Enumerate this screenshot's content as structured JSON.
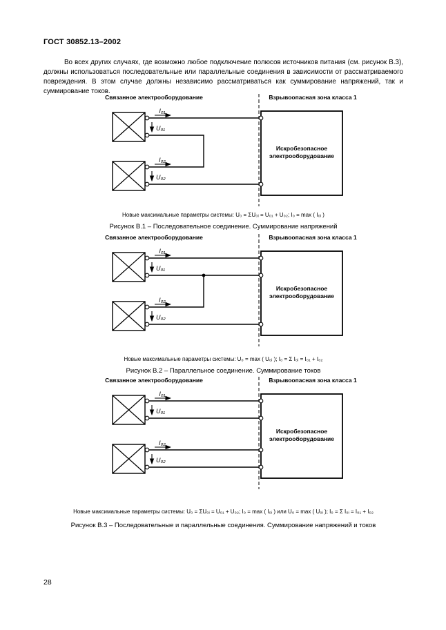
{
  "page": {
    "header": "ГОСТ 30852.13–2002",
    "paragraph": "Во всех других случаях, где возможно любое подключение полюсов источников питания (см. рисунок В.3), должны использоваться последовательные или параллельные соединения в зависимости от рассматриваемого повреждения. В этом случае должны независимо рассматриваться как суммирование напряжений, так и суммирование токов.",
    "page_number": "28"
  },
  "diagram": {
    "left_zone_label": "Связанное электрооборудование",
    "right_zone_label": "Взрывоопасная зона класса 1",
    "equipment_label_line1": "Искробезопасное",
    "equipment_label_line2": "электрооборудование",
    "current_1": "I₀₁",
    "voltage_1": "U₀₁",
    "current_2": "I₀₂",
    "voltage_2": "U₀₂"
  },
  "figures": {
    "b1": {
      "formula": "Новые максимальные параметры системы: U₀ = ΣU₀ᵢ = U₀₁ + U₀₂; I₀ = max ( I₀ᵢ )",
      "caption": "Рисунок В.1 – Последовательное соединение. Суммирование напряжений"
    },
    "b2": {
      "formula": "Новые максимальные параметры системы: U₀ = max ( U₀ᵢ ); I₀ = Σ I₀ᵢ = I₀₁ + I₀₂",
      "caption": "Рисунок В.2 – Параллельное соединение. Суммирование токов"
    },
    "b3": {
      "formula": "Новые максимальные параметры системы: U₀ = ΣU₀ᵢ = U₀₁ + U₀₂; I₀ = max ( I₀ᵢ ) или U₀ = max ( U₀ᵢ ); I₀ = Σ I₀ᵢ = I₀₁ + I₀₂",
      "caption": "Рисунок В.3 – Последовательные и параллельные соединения. Суммирование напряжений и токов"
    }
  }
}
